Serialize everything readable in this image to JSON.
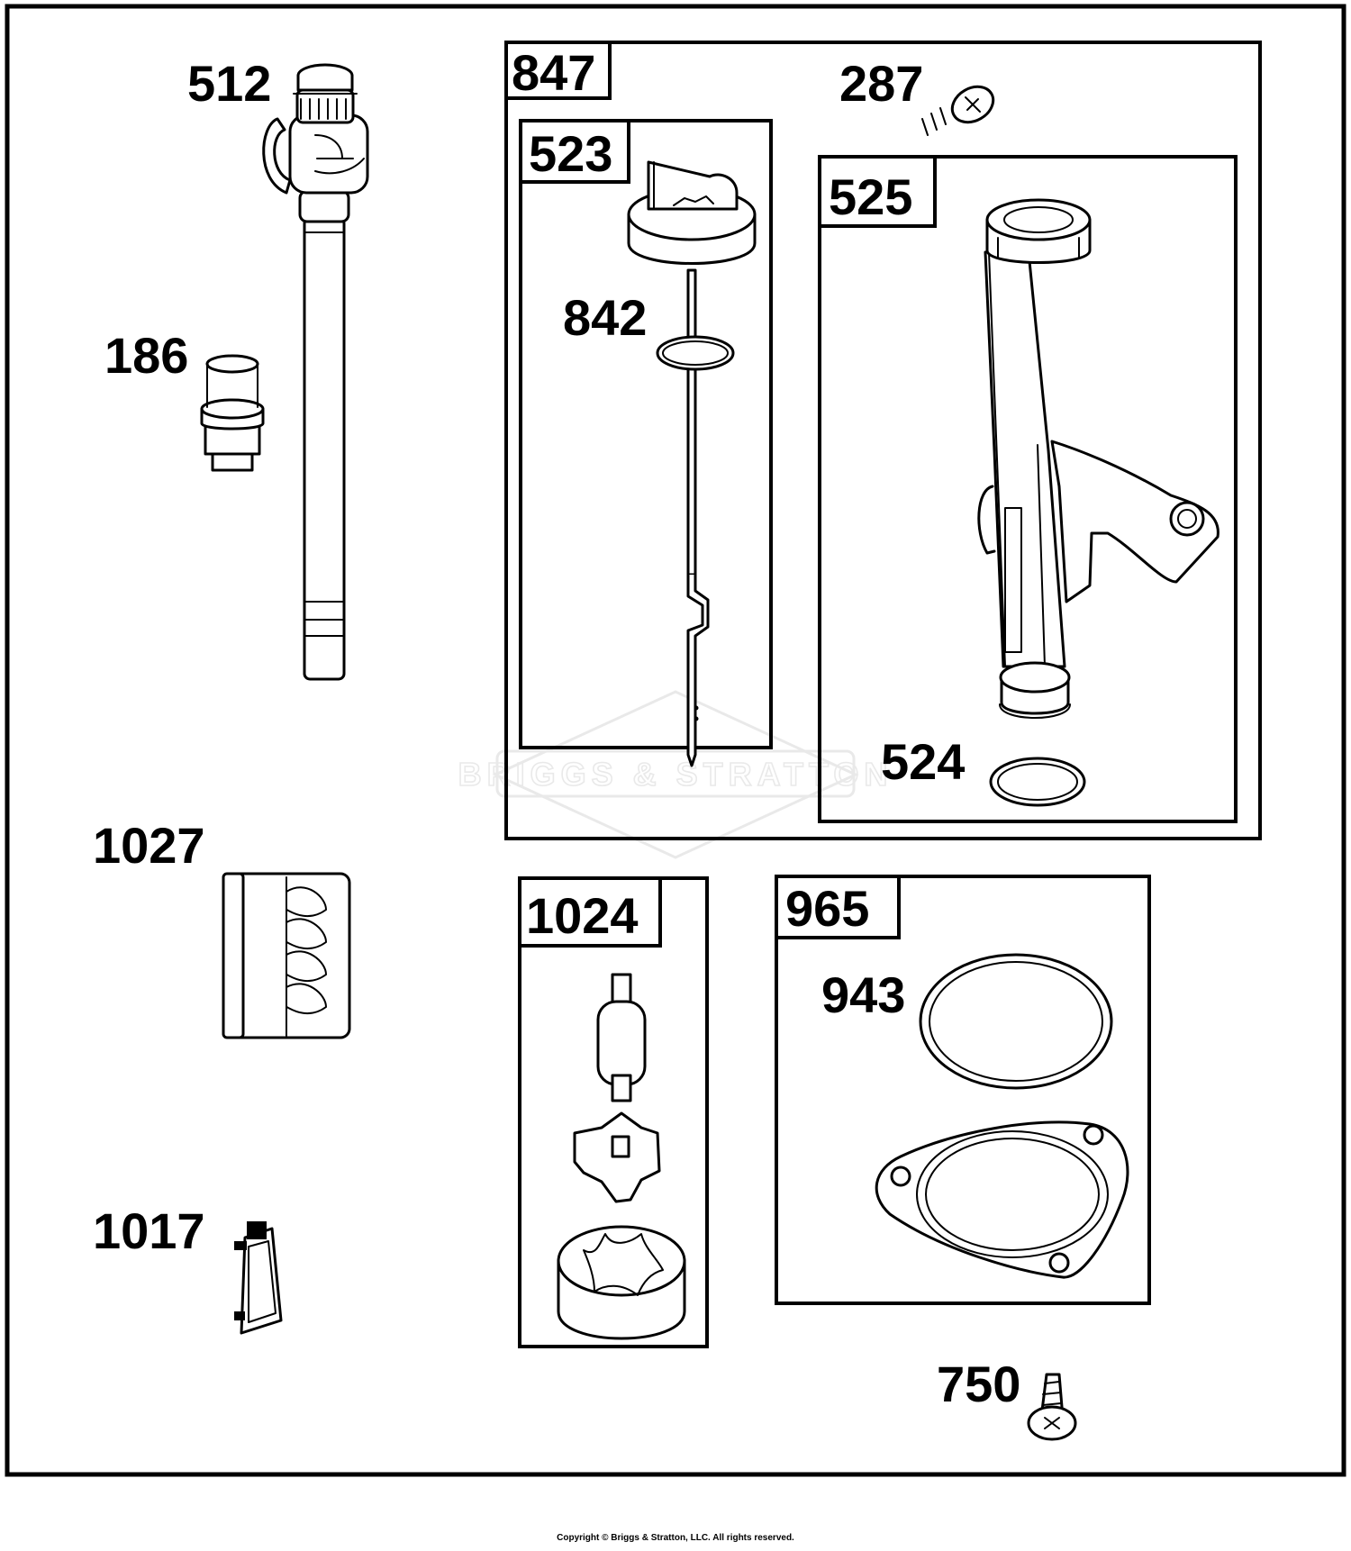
{
  "diagram": {
    "groups": [
      {
        "id": "847",
        "label": "847"
      },
      {
        "id": "523",
        "label": "523"
      },
      {
        "id": "525",
        "label": "525"
      },
      {
        "id": "1024",
        "label": "1024"
      },
      {
        "id": "965",
        "label": "965"
      }
    ],
    "callouts": [
      {
        "id": "512",
        "label": "512"
      },
      {
        "id": "186",
        "label": "186"
      },
      {
        "id": "1027",
        "label": "1027"
      },
      {
        "id": "1017",
        "label": "1017"
      },
      {
        "id": "287",
        "label": "287"
      },
      {
        "id": "842",
        "label": "842"
      },
      {
        "id": "524",
        "label": "524"
      },
      {
        "id": "943",
        "label": "943"
      },
      {
        "id": "750",
        "label": "750"
      }
    ],
    "watermark": "BRIGGS & STRATTON",
    "copyright": "Copyright © Briggs & Stratton, LLC. All rights reserved."
  }
}
